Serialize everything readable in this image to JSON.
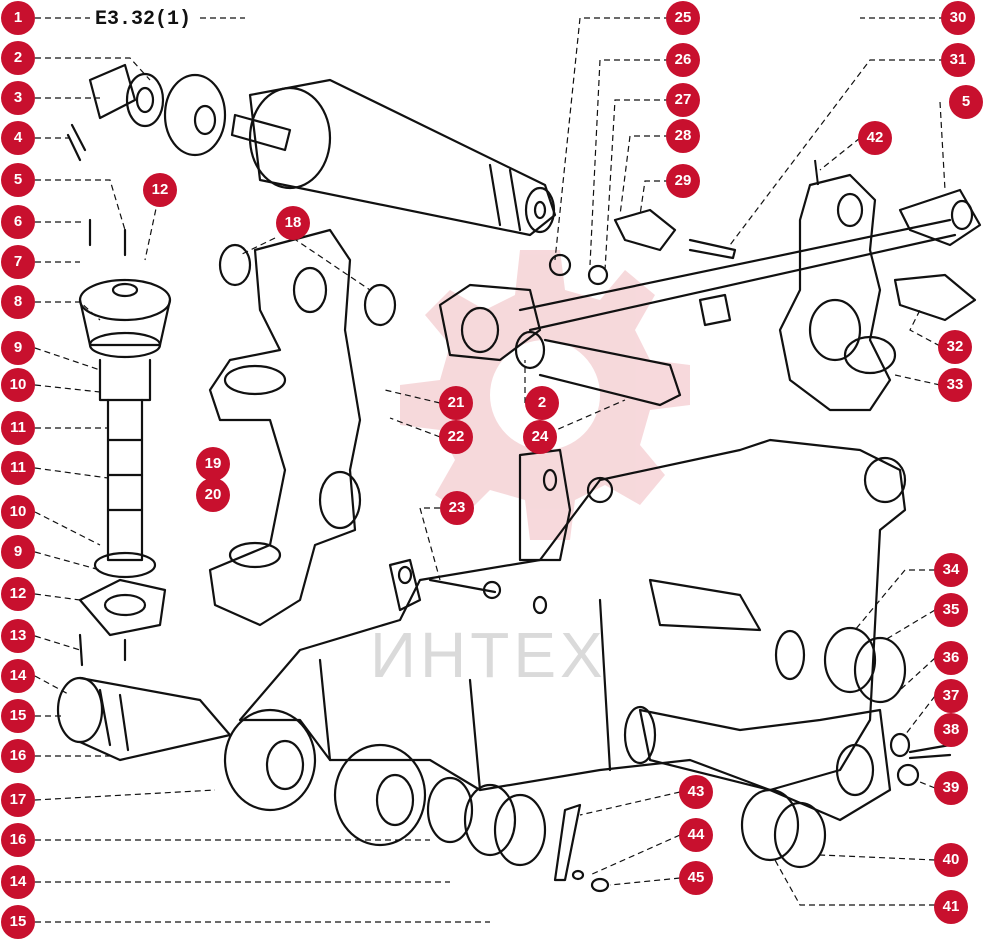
{
  "title": "E3.32(1)",
  "watermark": "ИНТЕХ",
  "colors": {
    "badge": "#c8102e",
    "line": "#111111",
    "watermark_gear": "#f3c9cd"
  },
  "callouts": [
    "1",
    "2",
    "3",
    "4",
    "5",
    "6",
    "7",
    "8",
    "9",
    "10",
    "11",
    "11",
    "10",
    "9",
    "12",
    "13",
    "14",
    "15",
    "16",
    "17",
    "16",
    "14",
    "15",
    "12",
    "18",
    "19",
    "20",
    "21",
    "22",
    "23",
    "24",
    "2",
    "25",
    "26",
    "27",
    "28",
    "29",
    "30",
    "31",
    "5",
    "42",
    "32",
    "33",
    "34",
    "35",
    "36",
    "37",
    "38",
    "39",
    "40",
    "41",
    "43",
    "44",
    "45"
  ]
}
